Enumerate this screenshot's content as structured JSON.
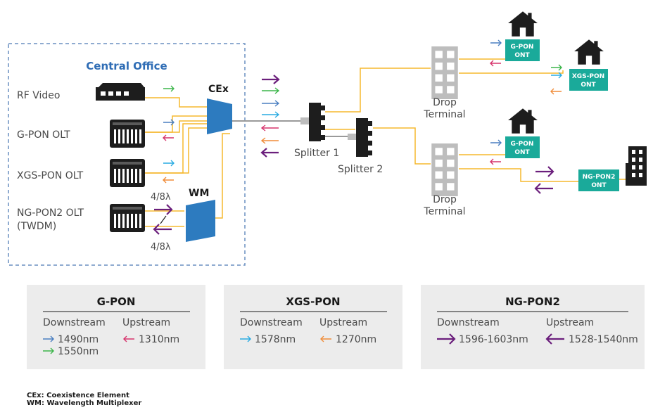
{
  "central_office": {
    "title": "Central Office",
    "rf_video": "RF Video",
    "gpon_olt": "G-PON OLT",
    "xgspon_olt": "XGS-PON OLT",
    "ngpon2_olt_line1": "NG-PON2 OLT",
    "ngpon2_olt_line2": "(TWDM)",
    "lambda_label_1": "4/8λ",
    "lambda_label_2": "4/8λ",
    "cex_label": "CEx",
    "wm_label": "WM"
  },
  "network": {
    "splitter_1": "Splitter 1",
    "splitter_2": "Splitter 2",
    "drop_terminal_line1": "Drop",
    "drop_terminal_line2": "Terminal"
  },
  "onts": {
    "gpon_1": [
      "G-PON",
      "ONT"
    ],
    "xgspon": [
      "XGS-PON",
      "ONT"
    ],
    "gpon_2": [
      "G-PON",
      "ONT"
    ],
    "ngpon2": [
      "NG-PON2",
      "ONT"
    ]
  },
  "legend": {
    "gpon": {
      "title": "G-PON",
      "downstream": "Downstream",
      "upstream": "Upstream",
      "down_values": [
        "1490nm",
        "1550nm"
      ],
      "up_values": [
        "1310nm"
      ]
    },
    "xgspon": {
      "title": "XGS-PON",
      "downstream": "Downstream",
      "upstream": "Upstream",
      "down_values": [
        "1578nm"
      ],
      "up_values": [
        "1270nm"
      ]
    },
    "ngpon2": {
      "title": "NG-PON2",
      "downstream": "Downstream",
      "upstream": "Upstream",
      "down_values": [
        "1596-1603nm"
      ],
      "up_values": [
        "1528-1540nm"
      ]
    }
  },
  "footnotes": {
    "cex": "CEx: Coexistence Element",
    "wm": "WM: Wavelength Multiplexer"
  },
  "colors": {
    "fiber": "#f5b82e",
    "gpon_down": "#4a7fc1",
    "rf_green": "#3cb54a",
    "gpon_up": "#d6336c",
    "xgs_down": "#29abe2",
    "xgs_up": "#f08c38",
    "ng_purple": "#6b1f7c",
    "ont_teal": "#1aaa9a",
    "box_dash": "#6a8fc0",
    "legend_bg": "#ececec",
    "dark": "#1d1d1d",
    "building_gray": "#bdbdbd"
  },
  "icons": {
    "house": "house-icon",
    "office": "office-building-icon",
    "olt": "olt-chassis-icon",
    "rf": "rf-video-device-icon"
  }
}
